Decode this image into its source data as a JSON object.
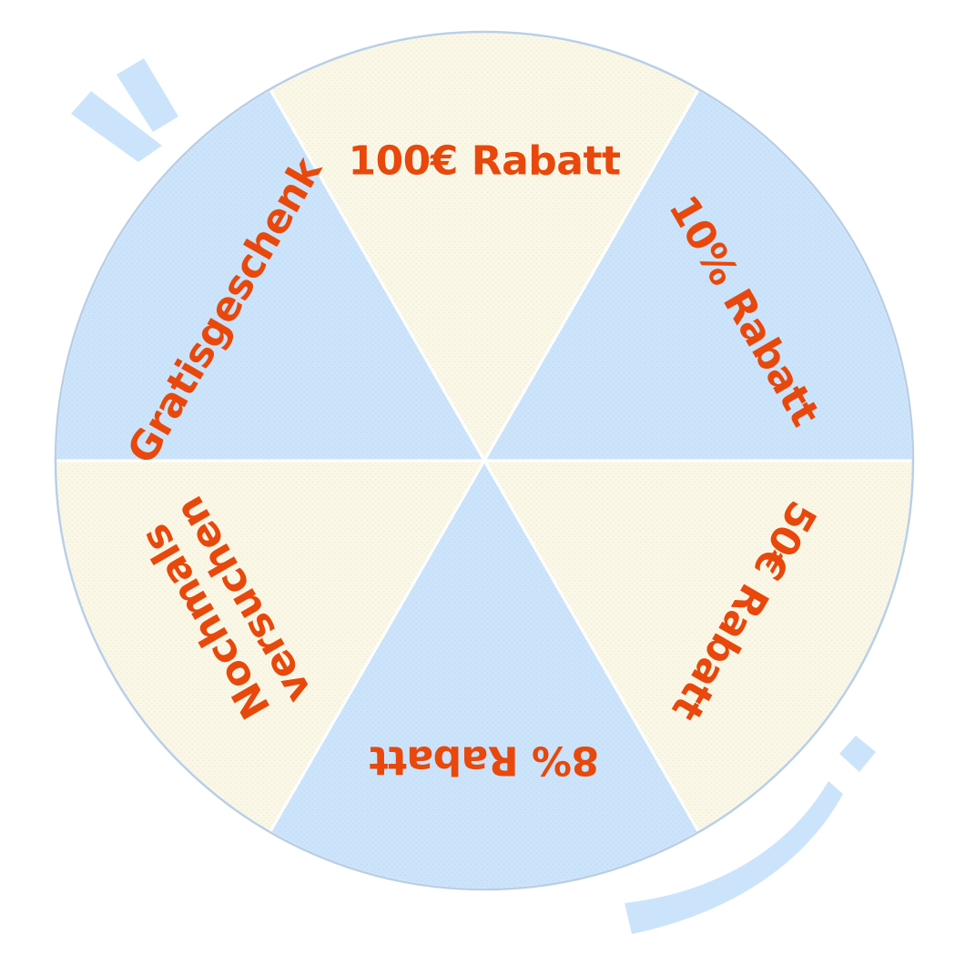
{
  "wheel": {
    "segments": [
      {
        "lines": [
          "100€ Rabatt"
        ],
        "fill": "#fbf7e6"
      },
      {
        "lines": [
          "10% Rabatt"
        ],
        "fill": "#cce4fb"
      },
      {
        "lines": [
          "50€ Rabatt"
        ],
        "fill": "#fbf7e6"
      },
      {
        "lines": [
          "8% Rabatt"
        ],
        "fill": "#cce4fb"
      },
      {
        "lines": [
          "Nochmals",
          "versuchen"
        ],
        "fill": "#fbf7e6"
      },
      {
        "lines": [
          "Gratisgeschenk"
        ],
        "fill": "#cce4fb"
      }
    ]
  },
  "colors": {
    "label": "#e8480c",
    "accent": "#cce4fb",
    "cream": "#fbf7e6",
    "rim": "#b9cfe6"
  }
}
